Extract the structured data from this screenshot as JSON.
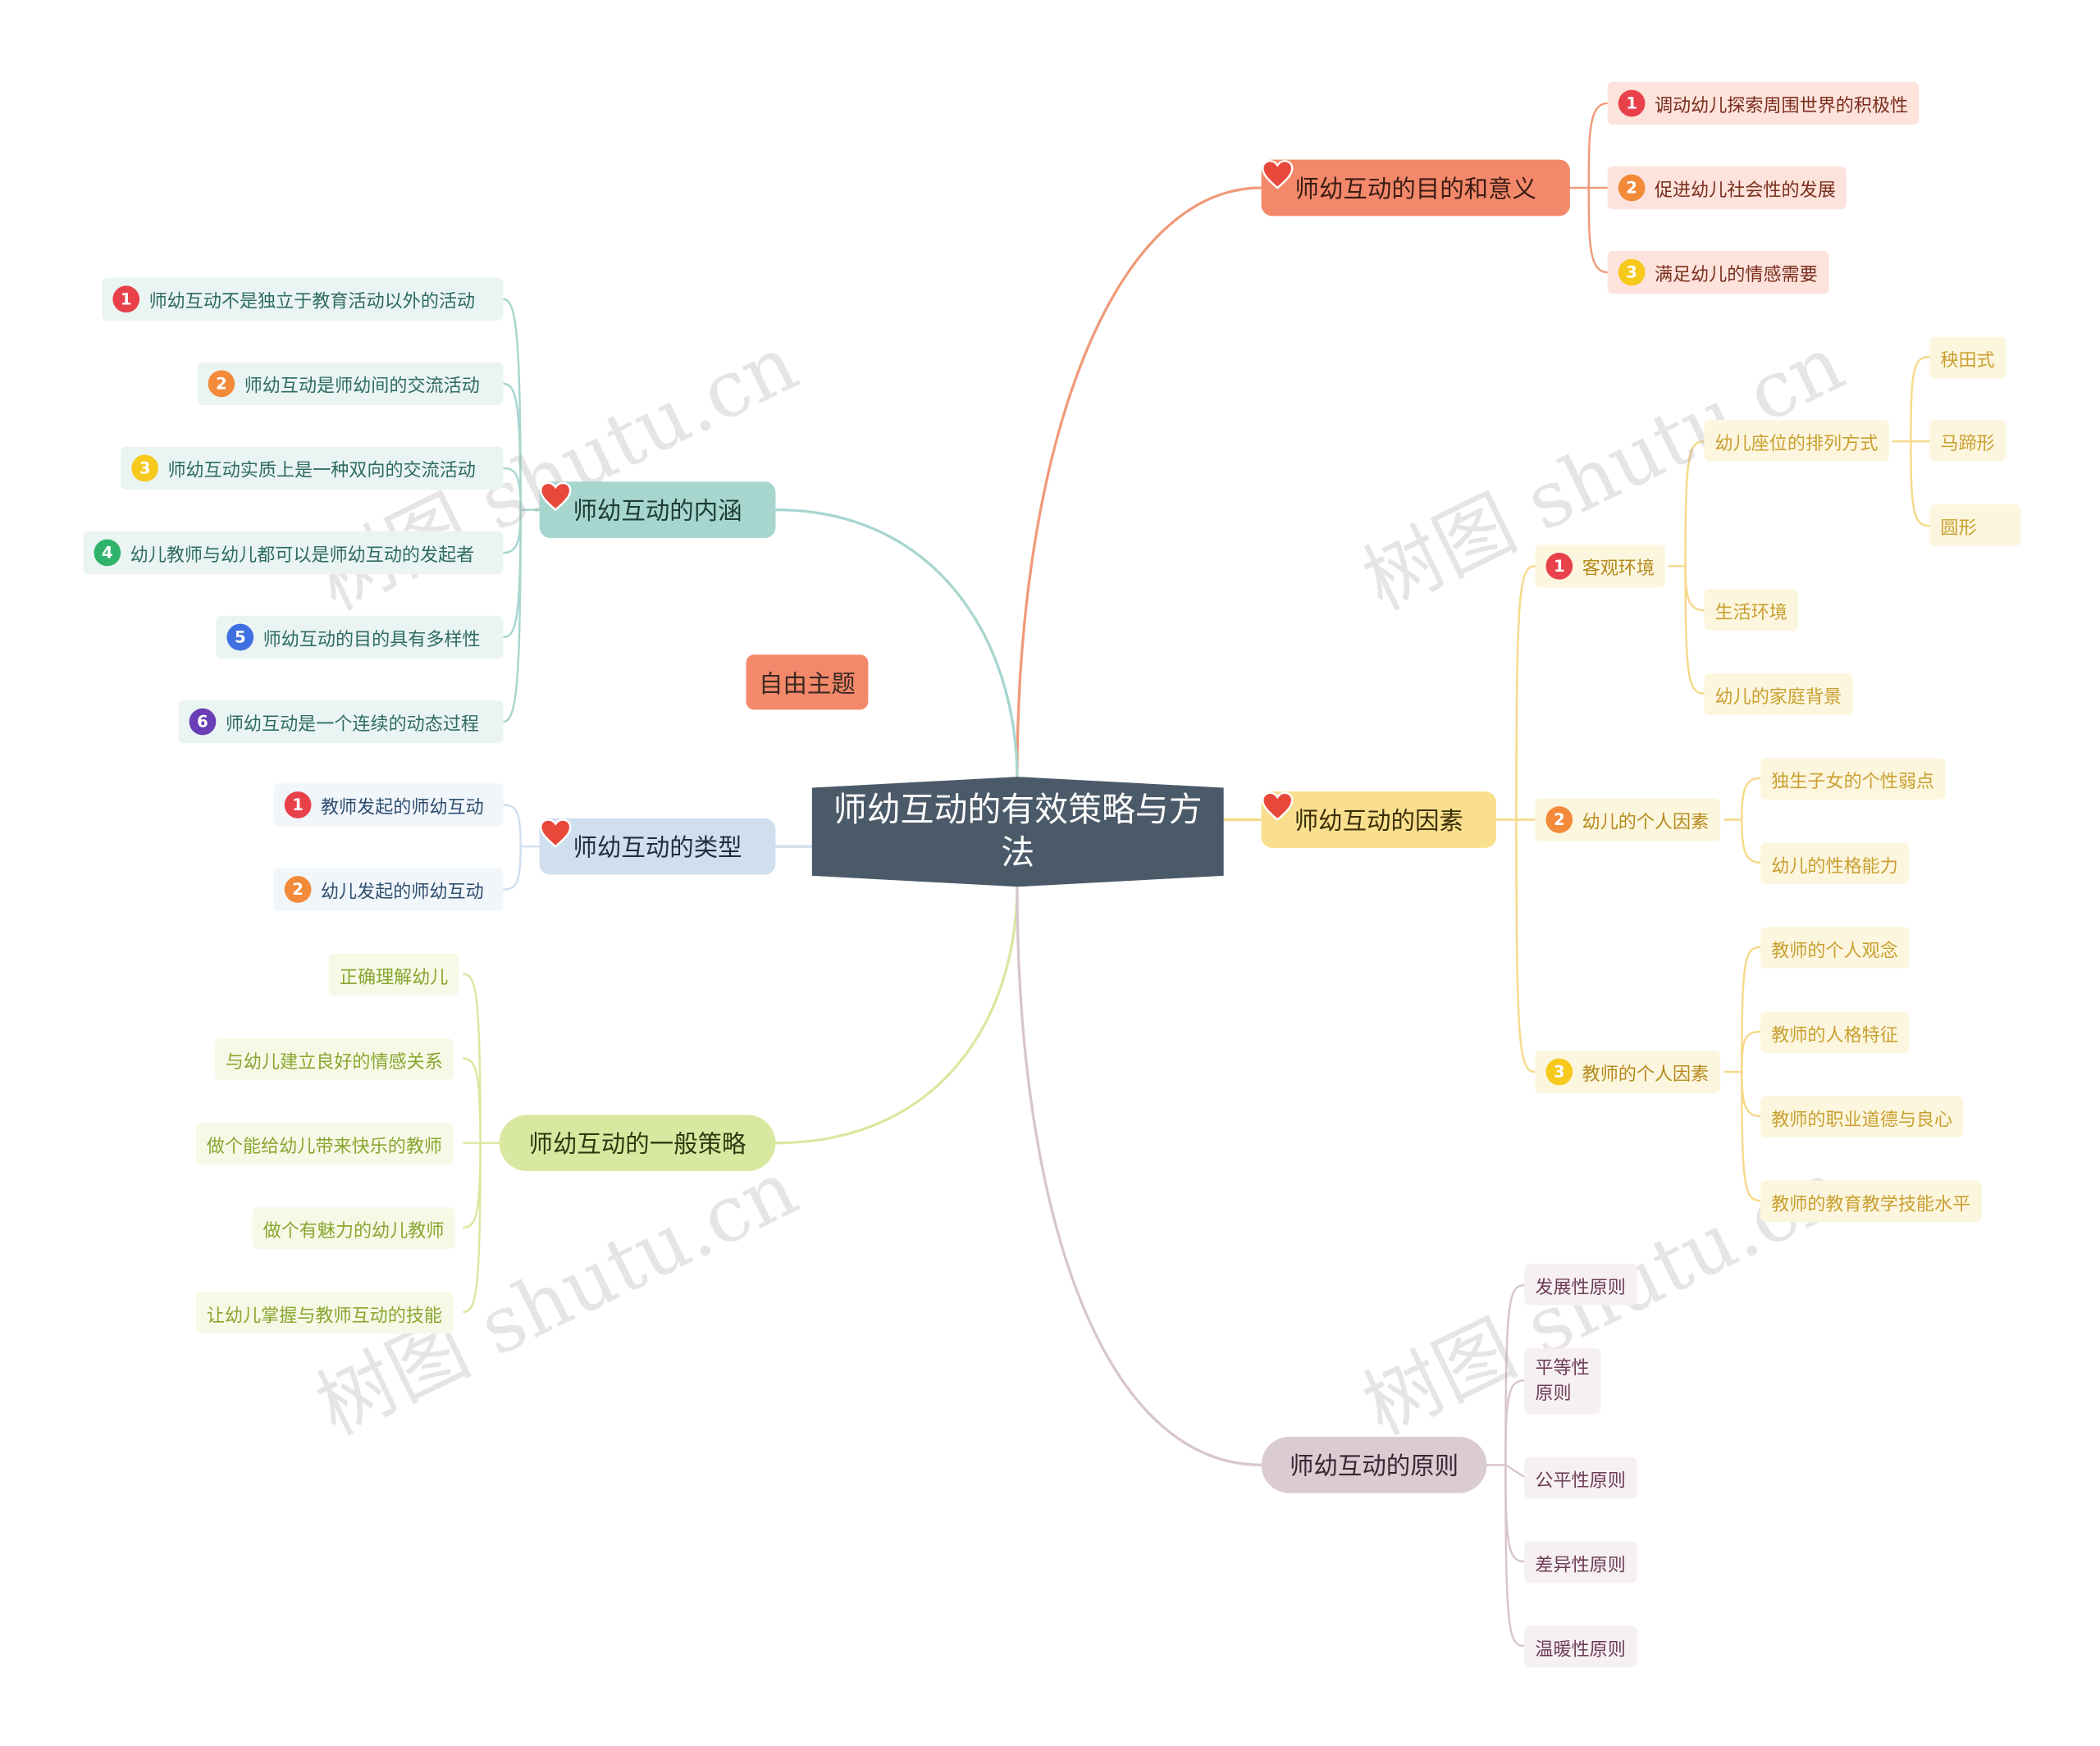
{
  "center": "师幼互动的有效策略与方法",
  "floating": "自由主题",
  "watermark": "树图 shutu.cn",
  "colors": {
    "center_bg": "#4b5a68",
    "purpose": "#f4886b",
    "content": "#a7d6cf",
    "types": "#cfdfee",
    "strategy": "#d9e8a0",
    "factors": "#f9df8d",
    "principles": "#dbcbd3",
    "floating_bg": "#f4886b"
  },
  "branches": {
    "purpose": {
      "title": "师幼互动的目的和意义",
      "icon": "heart-icon",
      "items": [
        "调动幼儿探索周围世界的积极性",
        "促进幼儿社会性的发展",
        "满足幼儿的情感需要"
      ]
    },
    "content": {
      "title": "师幼互动的内涵",
      "icon": "heart-icon",
      "items": [
        "师幼互动不是独立于教育活动以外的活动",
        "师幼互动是师幼间的交流活动",
        "师幼互动实质上是一种双向的交流活动",
        "幼儿教师与幼儿都可以是师幼互动的发起者",
        "师幼互动的目的具有多样性",
        "师幼互动是一个连续的动态过程"
      ]
    },
    "types": {
      "title": "师幼互动的类型",
      "icon": "heart-icon",
      "items": [
        "教师发起的师幼互动",
        "幼儿发起的师幼互动"
      ]
    },
    "strategy": {
      "title": "师幼互动的一般策略",
      "items": [
        "正确理解幼儿",
        "与幼儿建立良好的情感关系",
        "做个能给幼儿带来快乐的教师",
        "做个有魅力的幼儿教师",
        "让幼儿掌握与教师互动的技能"
      ]
    },
    "factors": {
      "title": "师幼互动的因素",
      "icon": "heart-icon",
      "groups": [
        {
          "label": "客观环境",
          "children": [
            "幼儿座位的排列方式",
            "生活环境",
            "幼儿的家庭背景"
          ],
          "seating": [
            "秧田式",
            "马蹄形",
            "圆形"
          ]
        },
        {
          "label": "幼儿的个人因素",
          "children": [
            "独生子女的个性弱点",
            "幼儿的性格能力"
          ]
        },
        {
          "label": "教师的个人因素",
          "children": [
            "教师的个人观念",
            "教师的人格特征",
            "教师的职业道德与良心",
            "教师的教育教学技能水平"
          ]
        }
      ]
    },
    "principles": {
      "title": "师幼互动的原则",
      "items": [
        "发展性原则",
        "平等性",
        "原则",
        "公平性原则",
        "差异性原则",
        "温暖性原则"
      ]
    }
  }
}
